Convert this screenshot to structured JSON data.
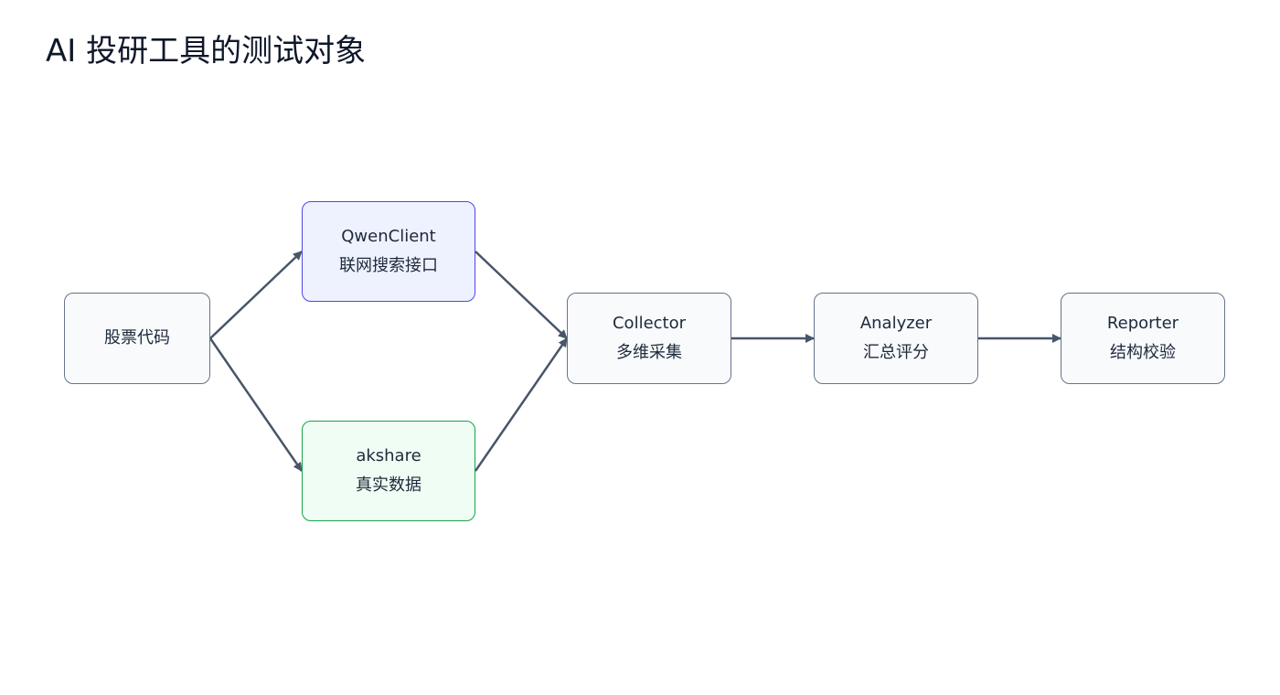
{
  "title": "AI 投研工具的测试对象",
  "colors": {
    "default_border": "#64748b",
    "default_fill": "#f8fafc",
    "qwen_border": "#4f46e5",
    "qwen_fill": "#eef2ff",
    "akshare_border": "#16a34a",
    "akshare_fill": "#f0fdf4",
    "edge": "#475569"
  },
  "nodes": {
    "stock_code": {
      "label": "股票代码"
    },
    "qwen": {
      "name": "QwenClient",
      "desc": "联网搜索接口"
    },
    "akshare": {
      "name": "akshare",
      "desc": "真实数据"
    },
    "collector": {
      "name": "Collector",
      "desc": "多维采集"
    },
    "analyzer": {
      "name": "Analyzer",
      "desc": "汇总评分"
    },
    "reporter": {
      "name": "Reporter",
      "desc": "结构校验"
    }
  },
  "edges": [
    {
      "from": "stock_code",
      "to": "qwen"
    },
    {
      "from": "stock_code",
      "to": "akshare"
    },
    {
      "from": "qwen",
      "to": "collector"
    },
    {
      "from": "akshare",
      "to": "collector"
    },
    {
      "from": "collector",
      "to": "analyzer"
    },
    {
      "from": "analyzer",
      "to": "reporter"
    }
  ]
}
